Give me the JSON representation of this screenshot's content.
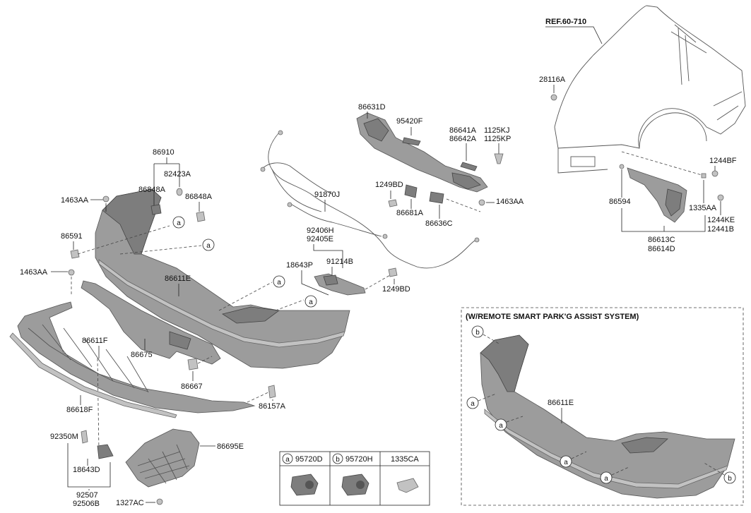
{
  "ref_label": "REF.60-710",
  "remote_box_title": "(W/REMOTE SMART PARK'G ASSIST SYSTEM)",
  "legend": [
    {
      "letter": "a",
      "code": "95720D"
    },
    {
      "letter": "b",
      "code": "95720H"
    },
    {
      "letter": "",
      "code": "1335CA"
    }
  ],
  "parts": {
    "p86910": "86910",
    "p82423A": "82423A",
    "p86848A_1": "86848A",
    "p86848A_2": "86848A",
    "p1463AA_1": "1463AA",
    "p86591": "86591",
    "p1463AA_2": "1463AA",
    "p86611E": "86611E",
    "p86611F": "86611F",
    "p86675": "86675",
    "p86667": "86667",
    "p86618F": "86618F",
    "p86157A": "86157A",
    "p86695E": "86695E",
    "p92350M": "92350M",
    "p18643D": "18643D",
    "p92507": "92507",
    "p92506B": "92506B",
    "p1327AC": "1327AC",
    "p91870J": "91870J",
    "p92406H": "92406H",
    "p92405E": "92405E",
    "p18643P": "18643P",
    "p91214B": "91214B",
    "p1249BD_1": "1249BD",
    "p86631D": "86631D",
    "p95420F": "95420F",
    "p86641A": "86641A",
    "p86642A": "86642A",
    "p1125KJ": "1125KJ",
    "p1125KP": "1125KP",
    "p1249BD_2": "1249BD",
    "p86681A": "86681A",
    "p86636C": "86636C",
    "p1463AA_3": "1463AA",
    "p28116A": "28116A",
    "p1244BF": "1244BF",
    "p86594": "86594",
    "p1335AA": "1335AA",
    "p1244KE": "1244KE",
    "p12441B": "12441B",
    "p86613C": "86613C",
    "p86614D": "86614D",
    "p86611E_2": "86611E"
  },
  "callouts": {
    "a": "a",
    "b": "b"
  }
}
